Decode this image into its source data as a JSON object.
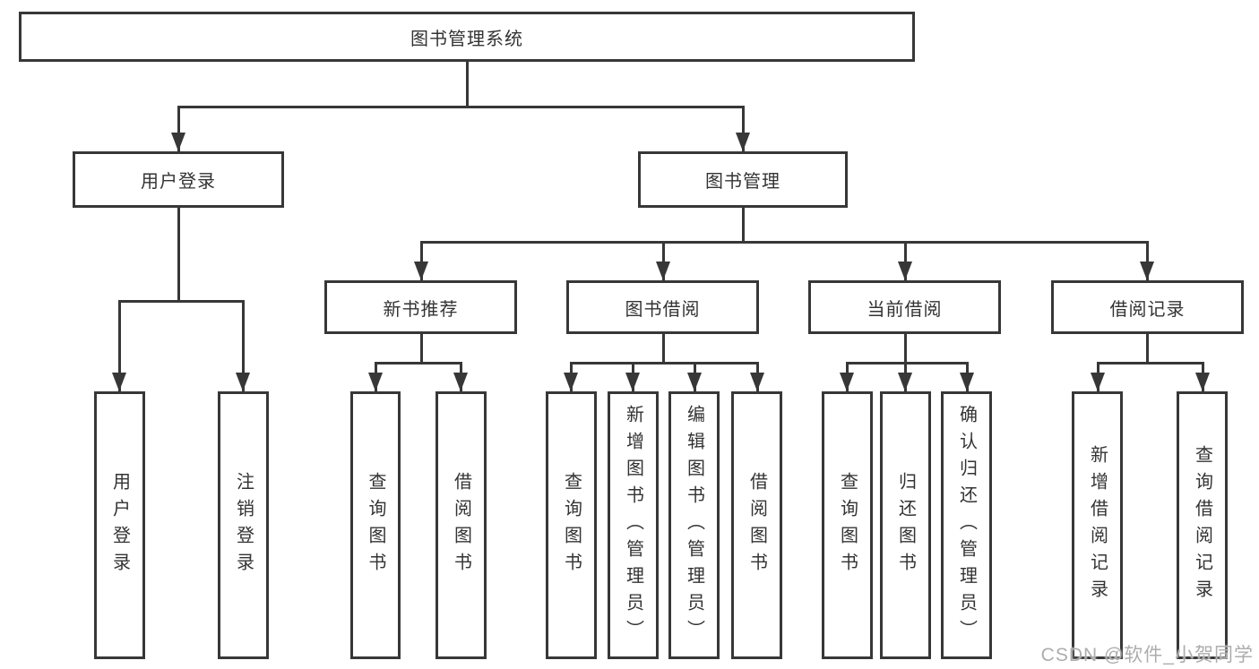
{
  "diagram": {
    "root": {
      "label": "图书管理系统"
    },
    "branches": [
      {
        "label": "用户登录",
        "children": [
          {
            "label": "用户登录"
          },
          {
            "label": "注销登录"
          }
        ]
      },
      {
        "label": "图书管理",
        "children": [
          {
            "label": "新书推荐",
            "children": [
              {
                "label": "查询图书"
              },
              {
                "label": "借阅图书"
              }
            ]
          },
          {
            "label": "图书借阅",
            "children": [
              {
                "label": "查询图书"
              },
              {
                "label": "新增图书（管理员）"
              },
              {
                "label": "编辑图书（管理员）"
              },
              {
                "label": "借阅图书"
              }
            ]
          },
          {
            "label": "当前借阅",
            "children": [
              {
                "label": "查询图书"
              },
              {
                "label": "归还图书"
              },
              {
                "label": "确认归还（管理员）"
              }
            ]
          },
          {
            "label": "借阅记录",
            "children": [
              {
                "label": "新增借阅记录"
              },
              {
                "label": "查询借阅记录"
              }
            ]
          }
        ]
      }
    ]
  },
  "colors": {
    "line": "#373737",
    "text": "#333333",
    "watermark": "#adadad"
  },
  "watermark": {
    "text": "CSDN @软件_小贺同学"
  }
}
